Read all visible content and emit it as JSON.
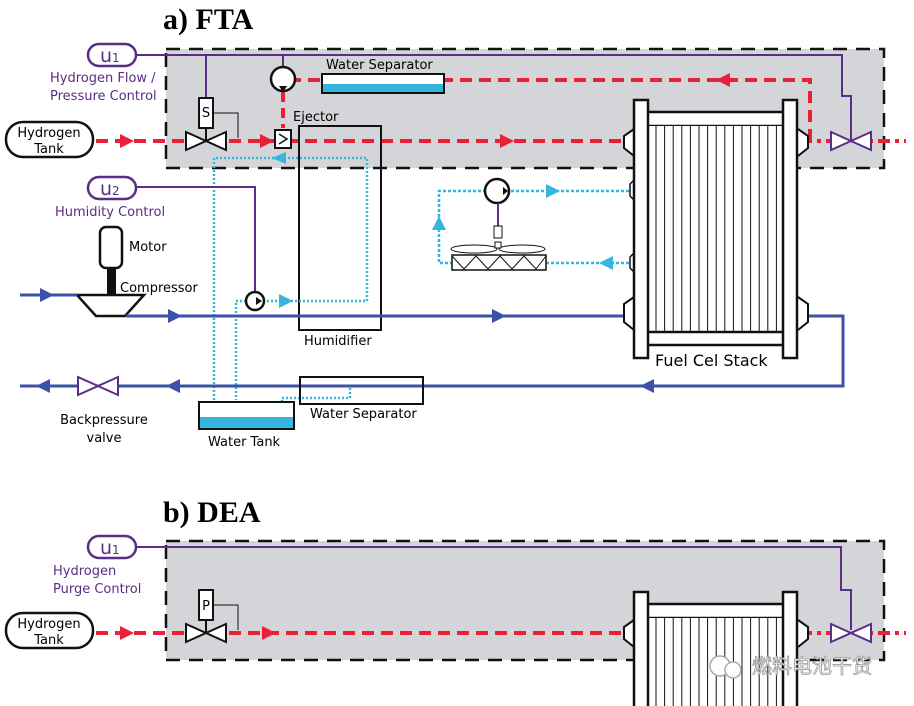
{
  "colors": {
    "hydrogen": "#e8203a",
    "air": "#3a52a8",
    "water": "#35b5e0",
    "control": "#5a2d86",
    "subsystem_bg": "#d4d5d8"
  },
  "panel_a": {
    "title": "a) FTA",
    "u1": {
      "label": "u",
      "sub": "1",
      "desc_line1": "Hydrogen Flow /",
      "desc_line2": "Pressure  Control"
    },
    "u2": {
      "label": "u",
      "sub": "2",
      "desc": "Humidity Control"
    },
    "hydrogen_tank": {
      "line1": "Hydrogen",
      "line2": "Tank"
    },
    "valve_s": "S",
    "ejector": "Ejector",
    "water_separator_top": "Water Separator",
    "motor": "Motor",
    "compressor": "Compressor",
    "humidifier": "Humidifier",
    "stack": "Fuel Cel Stack",
    "backpressure": {
      "line1": "Backpressure",
      "line2": "valve"
    },
    "water_tank": "Water Tank",
    "water_separator_bottom": "Water Separator"
  },
  "panel_b": {
    "title": "b) DEA",
    "u1": {
      "label": "u",
      "sub": "1",
      "desc_line1": "Hydrogen",
      "desc_line2": "Purge  Control"
    },
    "hydrogen_tank": {
      "line1": "Hydrogen",
      "line2": "Tank"
    },
    "valve_p": "P"
  },
  "watermark": "燃料电池干货"
}
